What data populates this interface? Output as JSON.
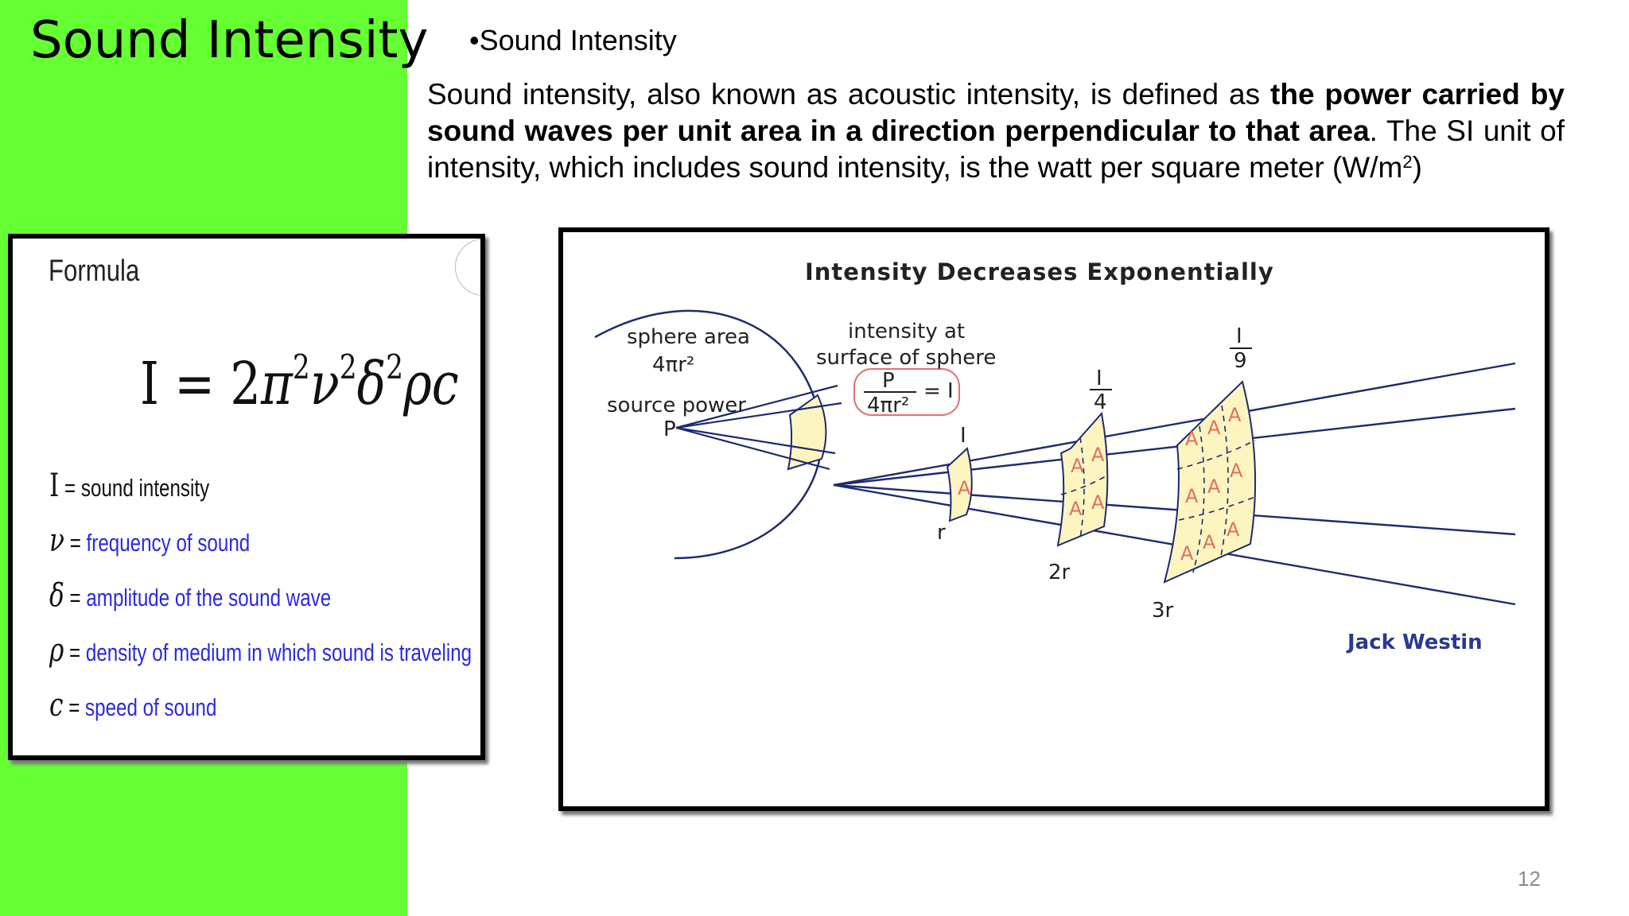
{
  "slide": {
    "title": "Sound Intensity",
    "bullet": "•Sound Intensity",
    "definition": {
      "lead": "Sound intensity, also known as acoustic intensity, is defined as ",
      "bold": "the power carried by sound waves per unit area in a direction perpendicular to that area",
      "tail": ". The SI unit of intensity, which includes sound intensity, is the watt per square meter (W/m",
      "sup": "2",
      "end": ")"
    },
    "page_number": "12",
    "colors": {
      "panel": "#66ff33",
      "legend_blue": "#2a2ae0",
      "diagram_navy": "#1f2a6e",
      "patch_fill": "#fdf5c0",
      "patch_letter": "#e07060"
    }
  },
  "formula": {
    "heading": "Formula",
    "equation": {
      "I": "I",
      "eq": " = 2",
      "pi": "π",
      "nu": "ν",
      "delta": "δ",
      "rho": "ρ",
      "c": "c",
      "exp": "2"
    },
    "legend": [
      {
        "symbol": "I",
        "eq": " = ",
        "desc": "sound intensity"
      },
      {
        "symbol": "ν",
        "eq": " = ",
        "desc": "frequency of sound"
      },
      {
        "symbol": "δ",
        "eq": " = ",
        "desc": "amplitude of the sound wave"
      },
      {
        "symbol": "ρ",
        "eq": " = ",
        "desc": "density of medium in which sound is traveling"
      },
      {
        "symbol": "c",
        "eq": " = ",
        "desc": "speed of sound"
      }
    ]
  },
  "diagram": {
    "title": "Intensity Decreases Exponentially",
    "sphere_area_label": "sphere area",
    "sphere_area_formula": "4πr²",
    "source_power_label": "source power",
    "source_power_symbol": "P",
    "intensity_label_1": "intensity at",
    "intensity_label_2": "surface of sphere",
    "box_numerator": "P",
    "box_denominator": "4πr²",
    "box_equals": "= I",
    "i_label": "I",
    "i_quarter_num": "I",
    "i_quarter_den": "4",
    "i_ninth_num": "I",
    "i_ninth_den": "9",
    "patch_letter": "A",
    "r_label": "r",
    "r2_label": "2r",
    "r3_label": "3r",
    "credit": "Jack Westin"
  }
}
